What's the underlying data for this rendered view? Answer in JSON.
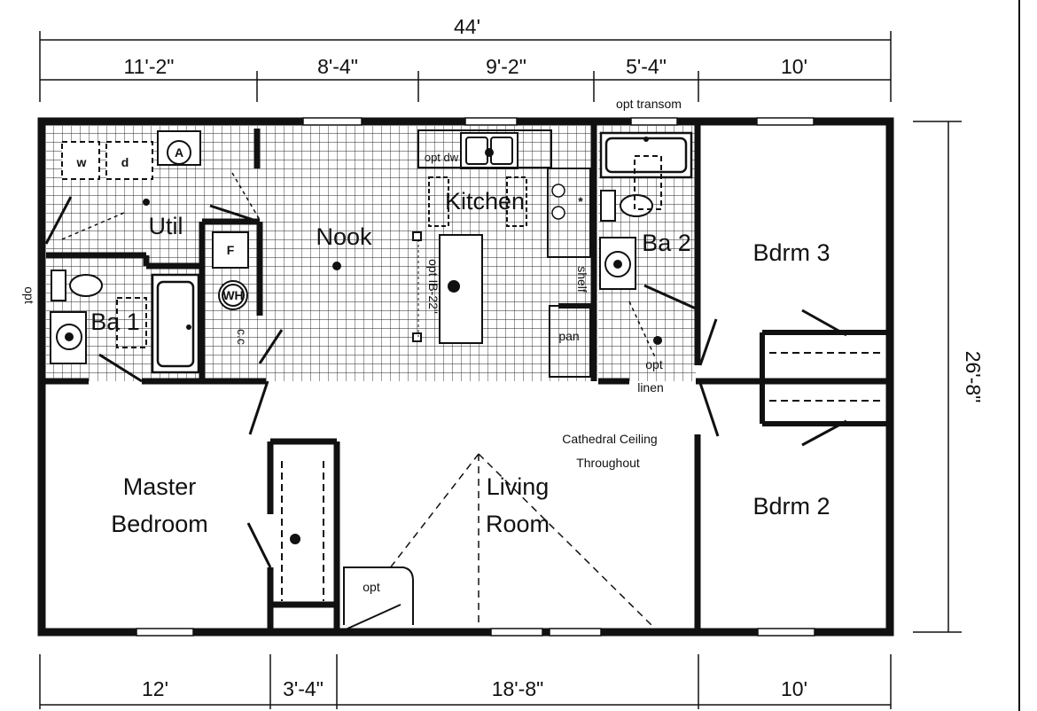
{
  "dimensions": {
    "overall_width": "44'",
    "top_segments": [
      "11'-2\"",
      "8'-4\"",
      "9'-2\"",
      "5'-4\"",
      "10'"
    ],
    "bottom_segments": [
      "12'",
      "3'-4\"",
      "18'-8\"",
      "10'"
    ],
    "depth": "26'-8\""
  },
  "rooms": {
    "util": "Util",
    "ba1": "Ba 1",
    "nook": "Nook",
    "kitchen": "Kitchen",
    "ba2": "Ba 2",
    "bdrm3": "Bdrm 3",
    "bdrm2": "Bdrm 2",
    "master_line1": "Master",
    "master_line2": "Bedroom",
    "living_line1": "Living",
    "living_line2": "Room"
  },
  "notes": {
    "opt_transom": "opt transom",
    "opt_dw": "opt dw",
    "opt_ib_island": "opt IB-22\"",
    "shelf": "shelf",
    "pan": "pan",
    "opt": "opt",
    "linen": "linen",
    "opt_left": "opt",
    "ceiling_line1": "Cathedral Ceiling",
    "ceiling_line2": "Throughout",
    "fireplace_opt": "opt",
    "wh": "WH",
    "f": "F",
    "w": "w",
    "d": "d",
    "a": "A",
    "c": "c.c",
    "star": "*"
  },
  "colors": {
    "line": "#111111",
    "grid": "#222222",
    "background": "#ffffff"
  }
}
